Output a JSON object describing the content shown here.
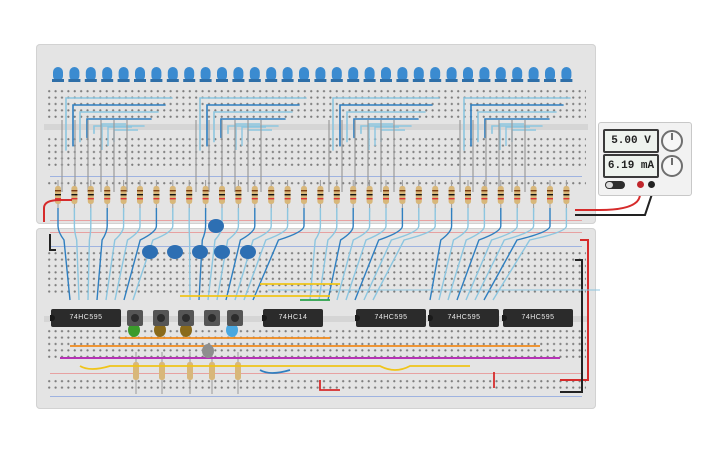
{
  "power_supply": {
    "voltage_display": "5.00 V",
    "current_display": "6.19 mA"
  },
  "chips": [
    {
      "label": "74HC595"
    },
    {
      "label": "74HC14"
    },
    {
      "label": "74HC595"
    },
    {
      "label": "74HC595"
    },
    {
      "label": "74HC595"
    }
  ],
  "colors": {
    "led": "#3b8bd0",
    "wire_light_blue": "#8cc6e0",
    "wire_blue": "#2f7fc0",
    "wire_red": "#d62b2b",
    "wire_black": "#222222",
    "wire_yellow": "#f0c419",
    "wire_orange": "#f08a1c",
    "wire_green": "#2aa34a",
    "wire_purple": "#b533b5",
    "resistor_body": "#d8b77a"
  }
}
